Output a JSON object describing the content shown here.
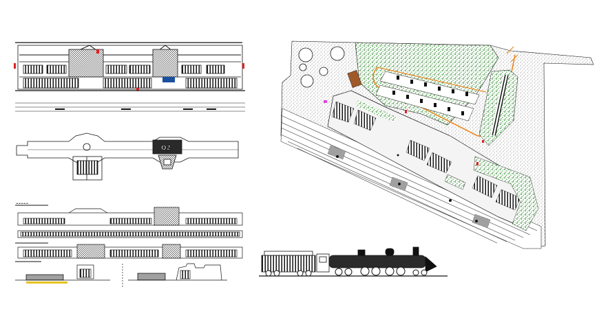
{
  "drawing": {
    "background": "#ffffff",
    "line_color": "#111111",
    "landscape_color": "#2e8b2e",
    "accent_orange": "#e8871e",
    "accent_red": "#e02020",
    "accent_magenta": "#e040e0",
    "badge_text": "Q2",
    "views": [
      "elevation-front",
      "roof-plan",
      "sections",
      "elevation-details",
      "locomotive",
      "site-plan"
    ]
  }
}
